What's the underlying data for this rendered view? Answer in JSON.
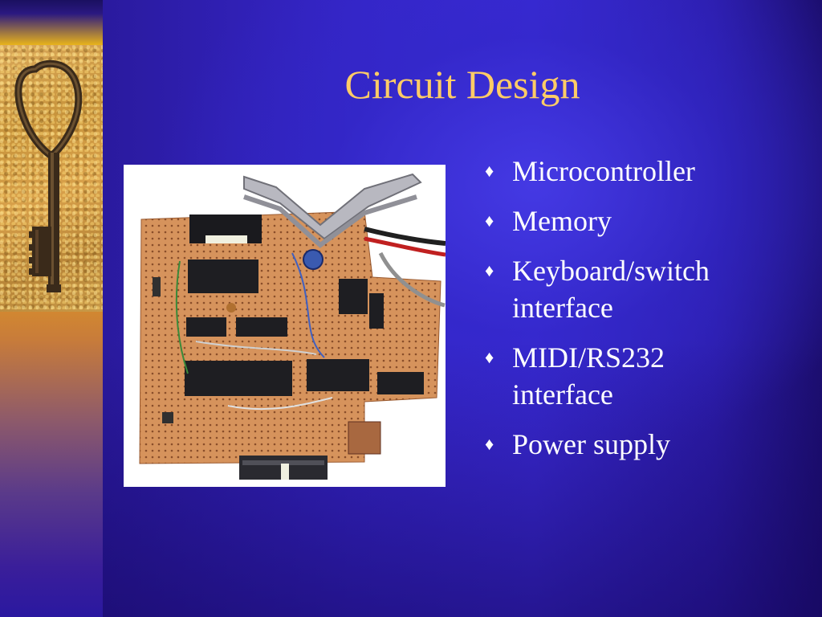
{
  "slide": {
    "title": "Circuit Design",
    "bullet_icon": "diamond-bullet-icon",
    "bullets": [
      {
        "line1": "Microcontroller",
        "line2": ""
      },
      {
        "line1": "Memory",
        "line2": ""
      },
      {
        "line1": "Keyboard/switch",
        "line2": "interface"
      },
      {
        "line1": "MIDI/RS232",
        "line2": "interface"
      },
      {
        "line1": "Power supply",
        "line2": ""
      }
    ],
    "images": {
      "left": "key-photo",
      "main": "circuit-board-photo"
    }
  },
  "colors": {
    "title": "#ffcc66",
    "text": "#ffffff",
    "background": "#3525c8",
    "strip": "#f2b51a"
  }
}
